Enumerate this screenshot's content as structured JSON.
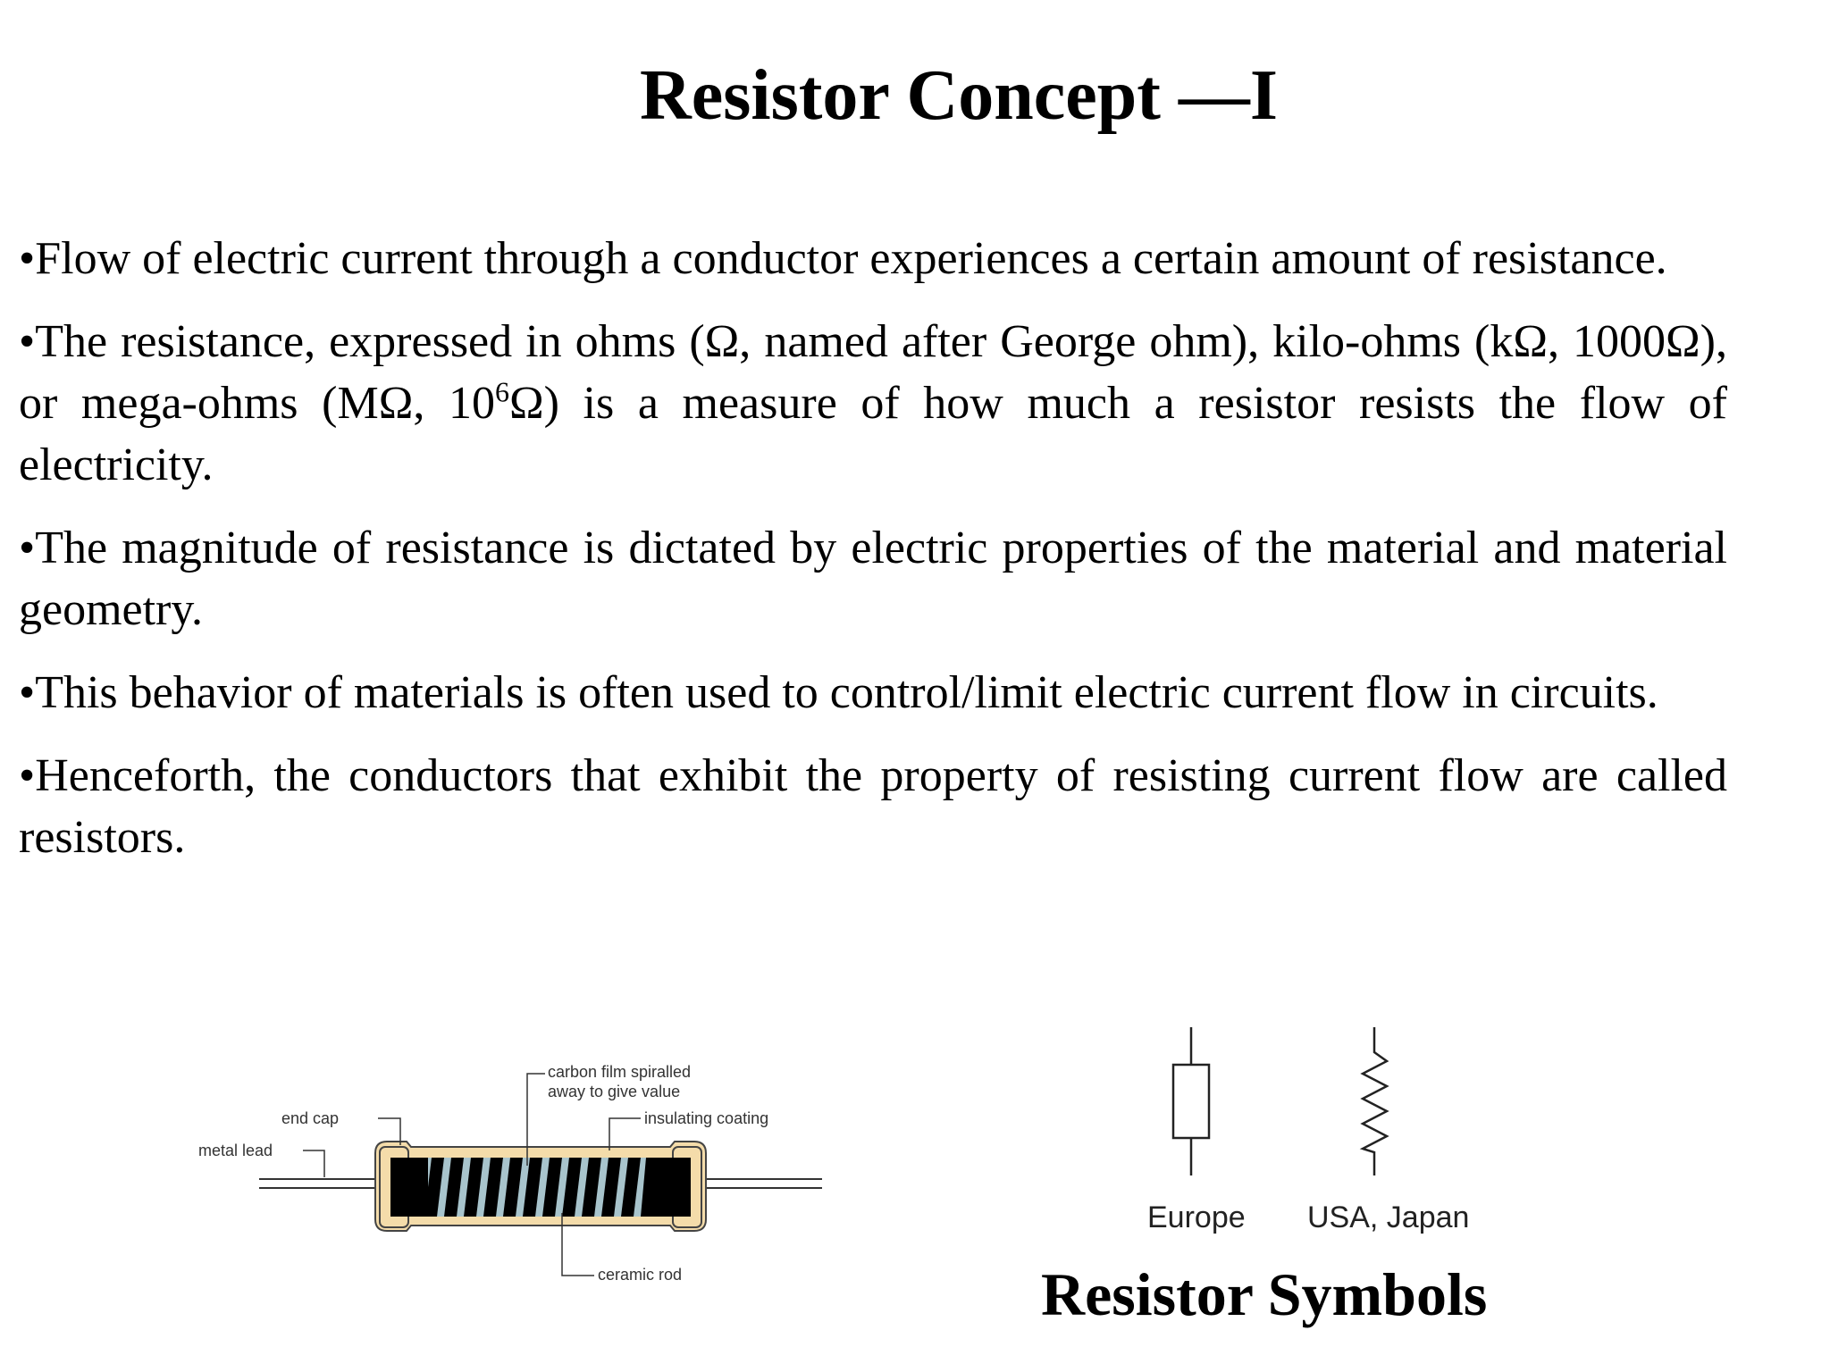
{
  "slide": {
    "title": "Resistor Concept —I",
    "bullets": [
      {
        "text": "•Flow of electric current through a conductor experiences a certain amount of resistance."
      },
      {
        "text_a": "•The resistance, expressed in ohms (Ω, named after George ohm), kilo-ohms (kΩ, 1000Ω), or mega-ohms (MΩ, 10",
        "sup": "6",
        "text_b": "Ω) is a measure of how much a resistor resists the flow of electricity."
      },
      {
        "text": "•The magnitude of resistance is dictated by electric properties of the material and material geometry."
      },
      {
        "text": "•This behavior of materials is often used to control/limit electric current flow in circuits."
      },
      {
        "text": "•Henceforth, the conductors that exhibit the property of resisting current flow are called resistors."
      }
    ]
  },
  "diagram": {
    "labels": {
      "carbon_film_1": "carbon film spiralled",
      "carbon_film_2": "away to give value",
      "end_cap": "end cap",
      "insulating_coating": "insulating coating",
      "metal_lead": "metal lead",
      "ceramic_rod": "ceramic rod"
    },
    "colors": {
      "coating": "#f4dcaa",
      "film": "#000000",
      "rod": "#a8c4cc"
    }
  },
  "symbols": {
    "europe_label": "Europe",
    "usa_label": "USA, Japan",
    "caption": "Resistor Symbols"
  }
}
